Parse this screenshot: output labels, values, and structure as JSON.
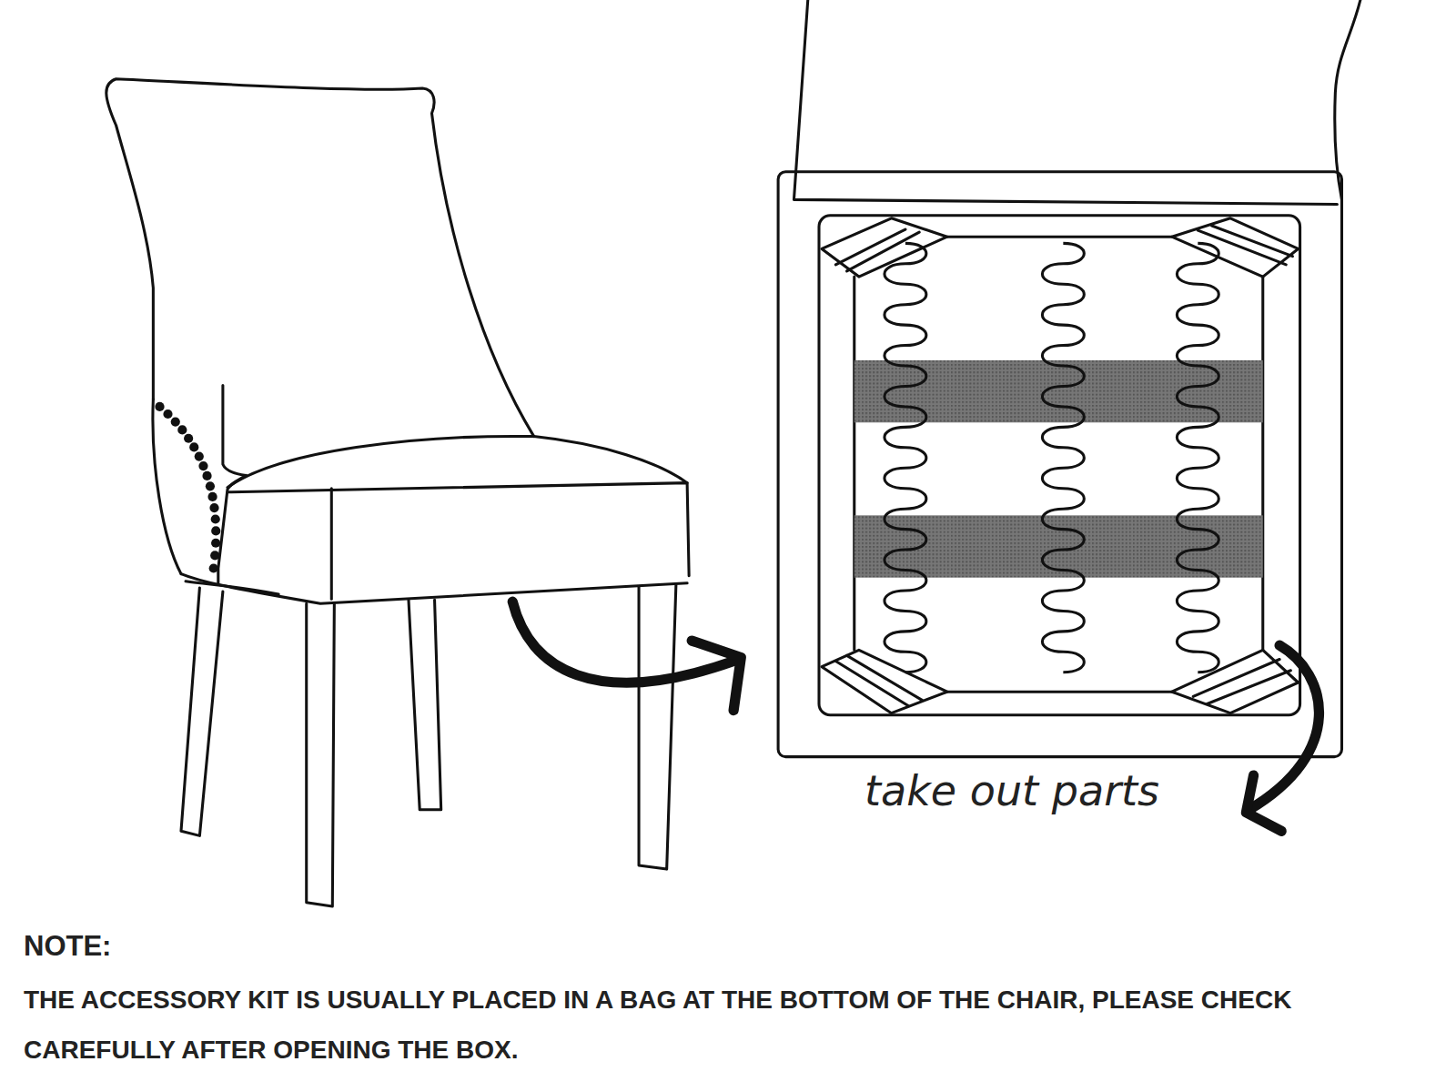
{
  "diagram": {
    "labels": [
      "take out parts",
      "NOTE:",
      "THE ACCESSORY KIT IS USUALLY PLACED IN A BAG AT THE BOTTOM OF THE CHAIR, PLEASE CHECK CAREFULLY AFTER OPENING THE BOX."
    ]
  }
}
